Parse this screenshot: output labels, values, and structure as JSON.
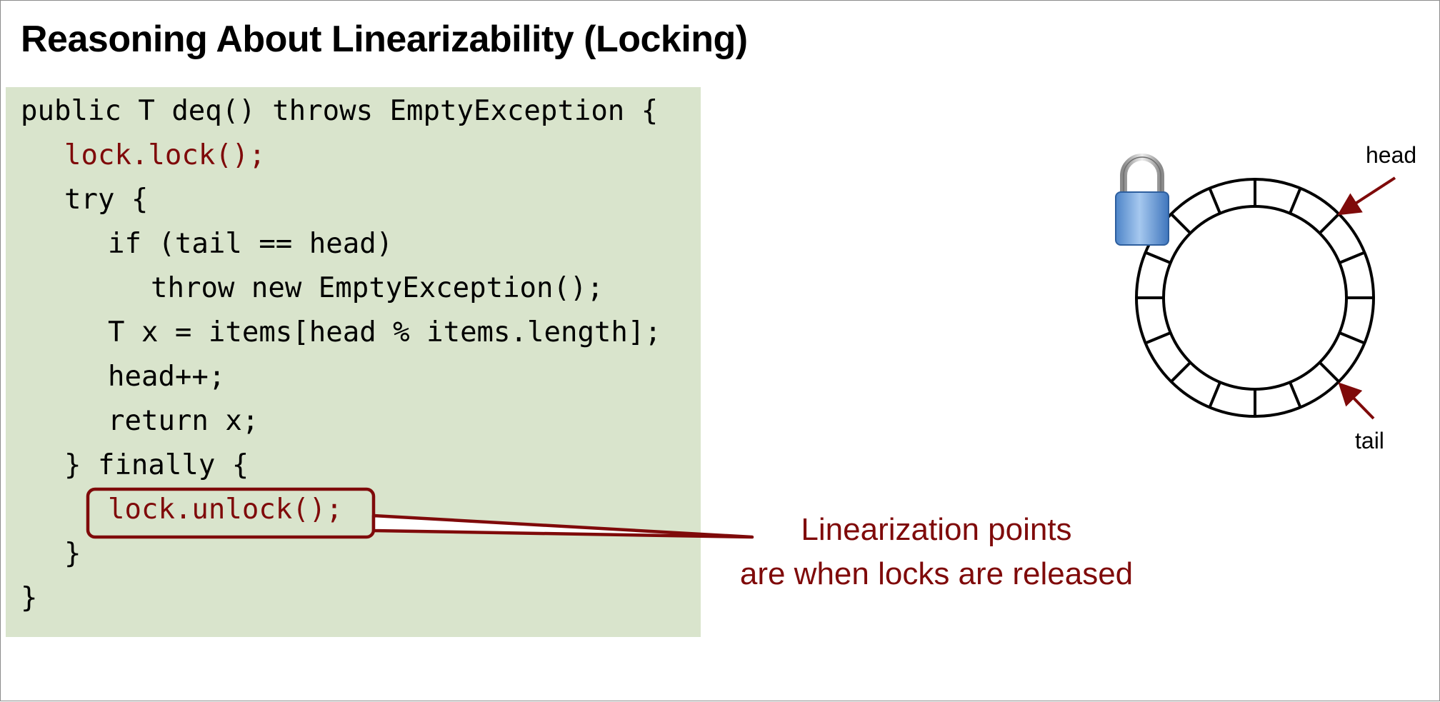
{
  "title": "Reasoning About Linearizability (Locking)",
  "code": {
    "lines": [
      "public T deq() throws EmptyException {",
      "lock.lock();",
      "try {",
      "if (tail == head)",
      "throw new EmptyException();",
      "T x = items[head % items.length];",
      "head++;",
      "return x;",
      "} finally {",
      "lock.unlock();",
      "}",
      "}"
    ]
  },
  "callout": {
    "line1": "Linearization points",
    "line2": "are when locks are released"
  },
  "diagram": {
    "head_label": "head",
    "tail_label": "tail",
    "slot_count": 16
  },
  "colors": {
    "code_background": "#d9e4cc",
    "accent_dark_red": "#7f0a0a",
    "lock_blue": "#6b9fd8",
    "lock_shackle": "#c0c0c0"
  },
  "icons": {
    "lock": "padlock-icon"
  }
}
